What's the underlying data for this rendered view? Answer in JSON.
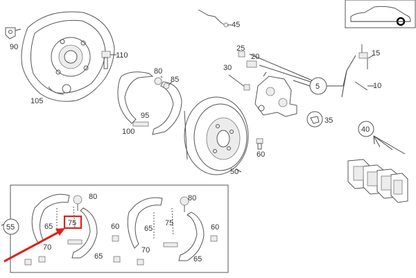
{
  "callouts": {
    "c90": "90",
    "c105": "105",
    "c110": "110",
    "c80_top": "80",
    "c85": "85",
    "c95": "95",
    "c100": "100",
    "c45": "45",
    "c25": "25",
    "c20": "20",
    "c30": "30",
    "c5": "5",
    "c15": "15",
    "c10": "10",
    "c35": "35",
    "c60_top": "60",
    "c50": "50",
    "c40": "40",
    "c55": "55",
    "c80_left": "80",
    "c80_right": "80",
    "c65_a": "65",
    "c75_marked": "75",
    "c60_mid": "60",
    "c65_b": "65",
    "c75": "75",
    "c60_right": "60",
    "c70_left": "70",
    "c70_mid": "70",
    "c65_c": "65",
    "c65_d": "65"
  },
  "highlight": {
    "color": "#e0201a"
  }
}
